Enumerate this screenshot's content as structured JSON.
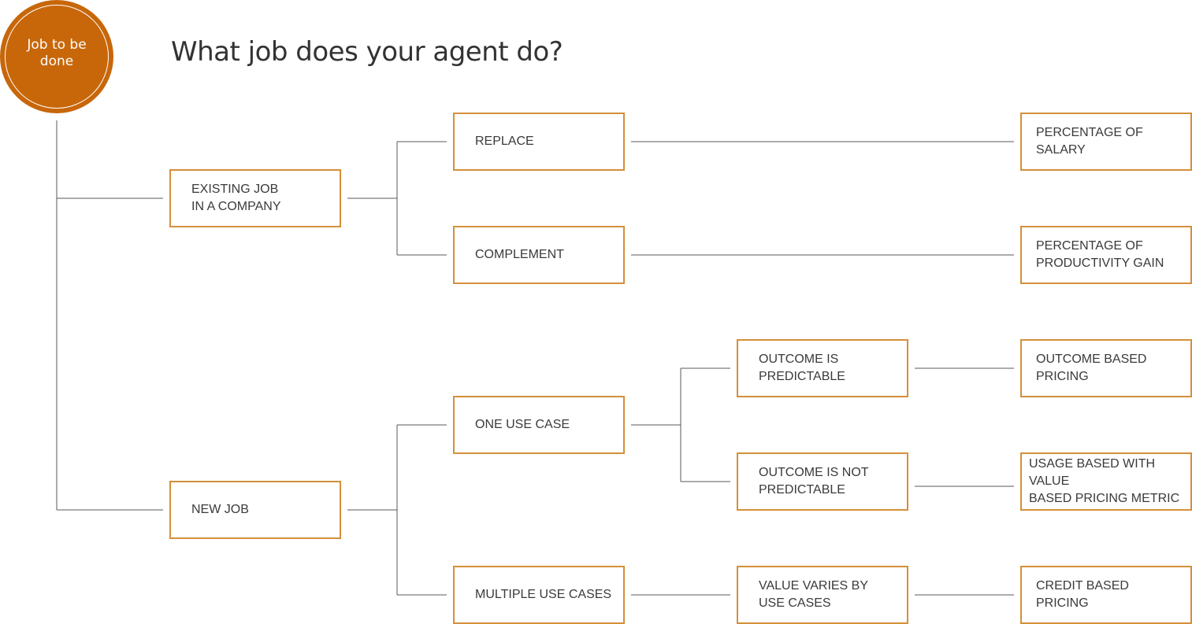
{
  "badge": {
    "label": "Job to be done"
  },
  "title": "What job does your agent do?",
  "colors": {
    "accent": "#c8670a",
    "box_border": "#d4903a",
    "connector": "#595959",
    "text": "#3a3a3a"
  },
  "nodes": {
    "existing_job": "EXISTING JOB\nIN A COMPANY",
    "new_job": "NEW JOB",
    "replace": "REPLACE",
    "complement": "COMPLEMENT",
    "one_use_case": "ONE USE CASE",
    "multiple_use_cases": "MULTIPLE USE CASES",
    "outcome_predictable": "OUTCOME IS\nPREDICTABLE",
    "outcome_not_predictable": "OUTCOME IS NOT\nPREDICTABLE",
    "value_varies": "VALUE VARIES BY\nUSE CASES",
    "percentage_salary": "PERCENTAGE OF SALARY",
    "percentage_productivity": "PERCENTAGE OF\nPRODUCTIVITY GAIN",
    "outcome_based_pricing": "OUTCOME BASED\nPRICING",
    "usage_based_pricing": "USAGE BASED WITH VALUE\nBASED PRICING METRIC",
    "credit_based_pricing": "CREDIT BASED\nPRICING"
  }
}
